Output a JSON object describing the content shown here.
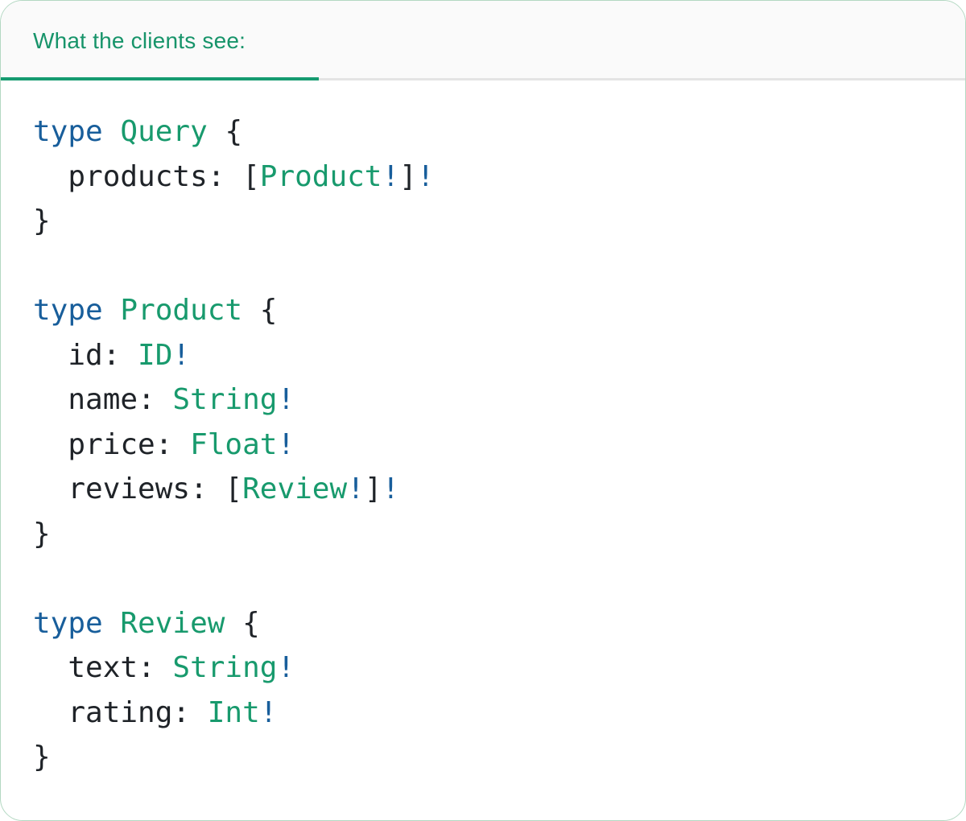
{
  "panel": {
    "background": "#ffffff",
    "border_color": "#b3d8c2"
  },
  "tab_bar": {
    "active_tab_label": "What the clients see:",
    "label_color": "#17946a",
    "underline_color": "#169b70",
    "background": "#fafafa",
    "border_color": "#e4e4e4"
  },
  "code": {
    "colors": {
      "keyword": "#185e9b",
      "type": "#189a6d",
      "plain": "#1f2328"
    },
    "lines": [
      [
        [
          "type",
          "k"
        ],
        [
          " ",
          "p"
        ],
        [
          "Query",
          "t"
        ],
        [
          " {",
          "p"
        ]
      ],
      [
        [
          "  products: [",
          "p"
        ],
        [
          "Product",
          "t"
        ],
        [
          "!",
          "k"
        ],
        [
          "]",
          "p"
        ],
        [
          "!",
          "k"
        ]
      ],
      [
        [
          "}",
          "p"
        ]
      ],
      [],
      [
        [
          "type",
          "k"
        ],
        [
          " ",
          "p"
        ],
        [
          "Product",
          "t"
        ],
        [
          " {",
          "p"
        ]
      ],
      [
        [
          "  id: ",
          "p"
        ],
        [
          "ID",
          "t"
        ],
        [
          "!",
          "k"
        ]
      ],
      [
        [
          "  name: ",
          "p"
        ],
        [
          "String",
          "t"
        ],
        [
          "!",
          "k"
        ]
      ],
      [
        [
          "  price: ",
          "p"
        ],
        [
          "Float",
          "t"
        ],
        [
          "!",
          "k"
        ]
      ],
      [
        [
          "  reviews: [",
          "p"
        ],
        [
          "Review",
          "t"
        ],
        [
          "!",
          "k"
        ],
        [
          "]",
          "p"
        ],
        [
          "!",
          "k"
        ]
      ],
      [
        [
          "}",
          "p"
        ]
      ],
      [],
      [
        [
          "type",
          "k"
        ],
        [
          " ",
          "p"
        ],
        [
          "Review",
          "t"
        ],
        [
          " {",
          "p"
        ]
      ],
      [
        [
          "  text: ",
          "p"
        ],
        [
          "String",
          "t"
        ],
        [
          "!",
          "k"
        ]
      ],
      [
        [
          "  rating: ",
          "p"
        ],
        [
          "Int",
          "t"
        ],
        [
          "!",
          "k"
        ]
      ],
      [
        [
          "}",
          "p"
        ]
      ]
    ]
  }
}
